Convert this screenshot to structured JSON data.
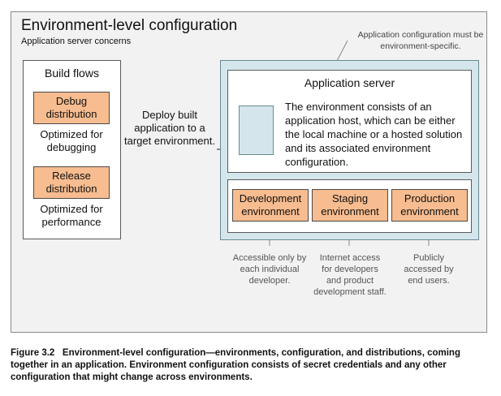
{
  "title": "Environment-level configuration",
  "subtitle": "Application server concerns",
  "note": "Application configuration must be environment-specific.",
  "build": {
    "title": "Build flows",
    "debug_box": "Debug distribution",
    "debug_text": "Optimized for debugging",
    "release_box": "Release distribution",
    "release_text": "Optimized for performance"
  },
  "deploy_label": "Deploy built application to a target environment.",
  "server": {
    "title": "Application server",
    "description": "The environment consists of an application host, which can be either the local machine or a hosted solution and its associated environment configuration."
  },
  "environments": [
    {
      "label": "Development environment",
      "note": "Accessible only by each individual developer."
    },
    {
      "label": "Staging environment",
      "note": "Internet access for developers and product development staff."
    },
    {
      "label": "Production environment",
      "note": "Publicly accessed by end users."
    }
  ],
  "caption": {
    "figure": "Figure 3.2",
    "text": "Environment-level configuration—environments, configuration, and distributions, coming together in an application. Environment configuration consists of secret credentials and any other configuration that might change across environments."
  },
  "colors": {
    "orange": "#f7bc8f",
    "light_blue": "#d4e6ec",
    "frame": "#f2f2f2"
  }
}
